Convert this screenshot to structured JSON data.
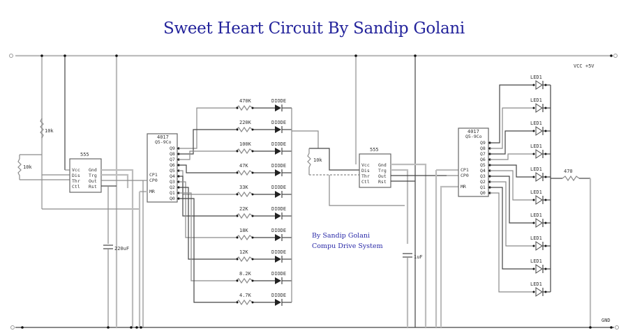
{
  "title": "Sweet Heart Circuit By Sandip Golani",
  "credits": [
    "By Sandip Golani",
    "Compu Drive System"
  ],
  "rails": {
    "vcc_label": "VCC +5V",
    "gnd_label": "GND"
  },
  "timer1": {
    "name": "555",
    "left_pins": [
      "Vcc",
      "Dis",
      "Thr",
      "Ctl"
    ],
    "right_pins": [
      "Gnd",
      "Trg",
      "Out",
      "Rst"
    ],
    "r_top": "10k",
    "r_side": "10k",
    "cap": "220uF"
  },
  "counter1": {
    "name": "4017",
    "header": "Q5-9Co",
    "left_pins": [
      "CP1",
      "CP0",
      "MR"
    ],
    "outputs": [
      "Q9",
      "Q8",
      "Q7",
      "Q6",
      "Q5",
      "Q4",
      "Q3",
      "Q2",
      "Q1",
      "Q0"
    ]
  },
  "ladder": [
    {
      "resistor": "470K",
      "diode": "DIODE"
    },
    {
      "resistor": "220K",
      "diode": "DIODE"
    },
    {
      "resistor": "100K",
      "diode": "DIODE"
    },
    {
      "resistor": "47K",
      "diode": "DIODE"
    },
    {
      "resistor": "33K",
      "diode": "DIODE"
    },
    {
      "resistor": "22K",
      "diode": "DIODE"
    },
    {
      "resistor": "18K",
      "diode": "DIODE"
    },
    {
      "resistor": "12K",
      "diode": "DIODE"
    },
    {
      "resistor": "8.2K",
      "diode": "DIODE"
    },
    {
      "resistor": "4.7K",
      "diode": "DIODE"
    }
  ],
  "timer2": {
    "name": "555",
    "left_pins": [
      "Vcc",
      "Dis",
      "Thr",
      "Ctl"
    ],
    "right_pins": [
      "Gnd",
      "Trg",
      "Out",
      "Rst"
    ],
    "r": "10k",
    "cap": "1uF"
  },
  "counter2": {
    "name": "4017",
    "header": "Q5-9Co",
    "left_pins": [
      "CP1",
      "CP0",
      "MR"
    ],
    "outputs": [
      "Q9",
      "Q8",
      "Q7",
      "Q6",
      "Q5",
      "Q4",
      "Q3",
      "Q2",
      "Q1",
      "Q0"
    ]
  },
  "leds": [
    "LED1",
    "LED1",
    "LED1",
    "LED1",
    "LED1",
    "LED1",
    "LED1",
    "LED1",
    "LED1",
    "LED1"
  ],
  "led_resistor": "470"
}
